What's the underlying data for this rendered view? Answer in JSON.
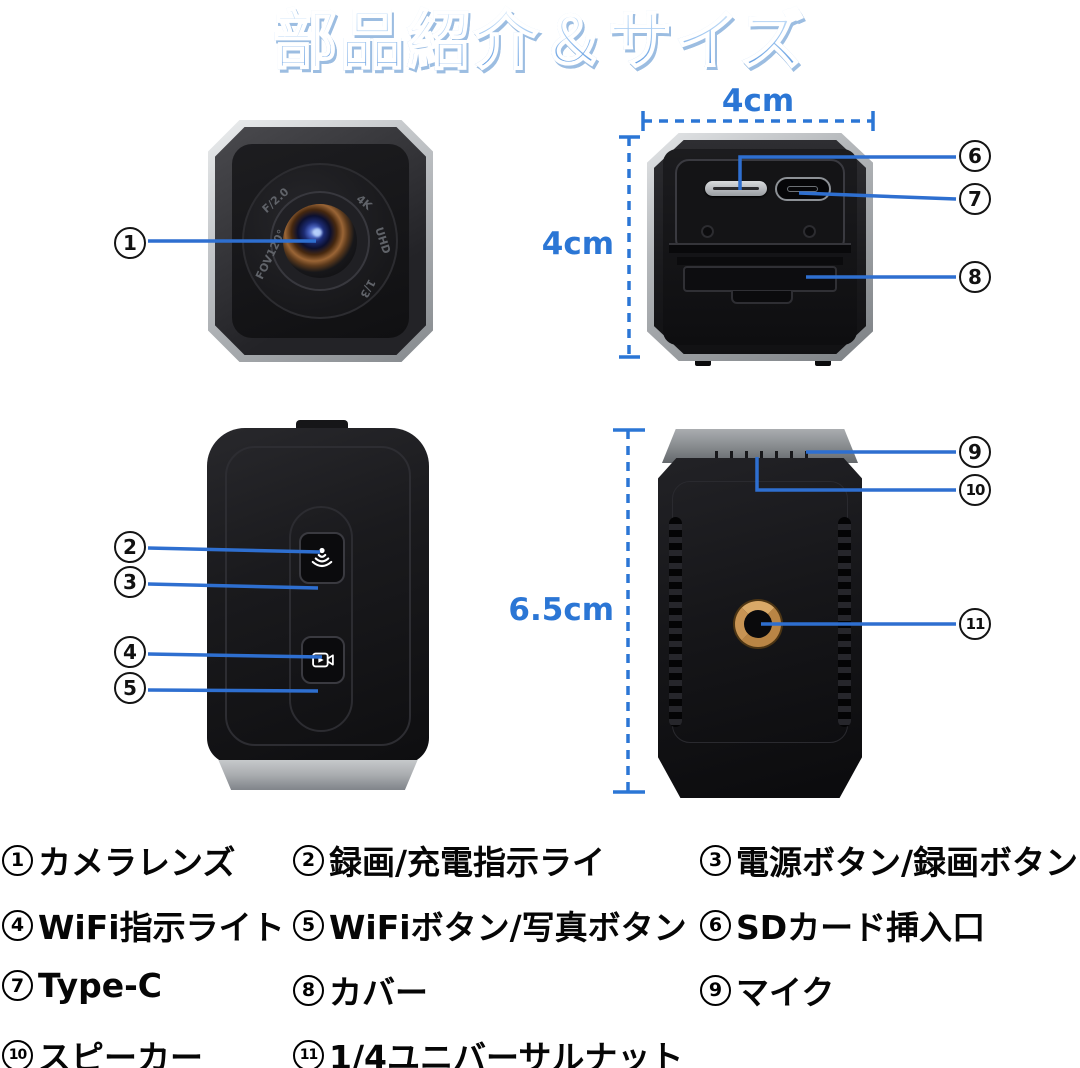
{
  "title": "部品紹介＆サイズ",
  "colors": {
    "accent_blue": "#2b76d5",
    "title_gradient_top": "#e8f4fd",
    "title_gradient_bottom": "#4286d8",
    "nut_gold": "#b98545"
  },
  "dims": {
    "top_width": "4cm",
    "top_height": "4cm",
    "bottom_height": "6.5cm"
  },
  "lens_labels": {
    "fov": "FOV120°",
    "aperture": "F/2.0",
    "resolution": "4K",
    "uhd": "UHD",
    "sensor": "1/3"
  },
  "icons": {
    "wifi_button": "wifi-signal-icon",
    "video_button": "video-camera-icon"
  },
  "callouts": [
    "1",
    "2",
    "3",
    "4",
    "5",
    "6",
    "7",
    "8",
    "9",
    "10",
    "11"
  ],
  "legend": [
    {
      "num": "1",
      "label": "カメラレンズ"
    },
    {
      "num": "2",
      "label": "録画/充電指示ライ"
    },
    {
      "num": "3",
      "label": "電源ボタン/録画ボタン"
    },
    {
      "num": "4",
      "label": "WiFi指示ライト"
    },
    {
      "num": "5",
      "label": "WiFiボタン/写真ボタン"
    },
    {
      "num": "6",
      "label": "SDカード挿入口"
    },
    {
      "num": "7",
      "label": "Type-C"
    },
    {
      "num": "8",
      "label": "カバー"
    },
    {
      "num": "9",
      "label": "マイク"
    },
    {
      "num": "10",
      "label": "スピーカー"
    },
    {
      "num": "11",
      "label": "1/4ユニバーサルナット"
    }
  ]
}
